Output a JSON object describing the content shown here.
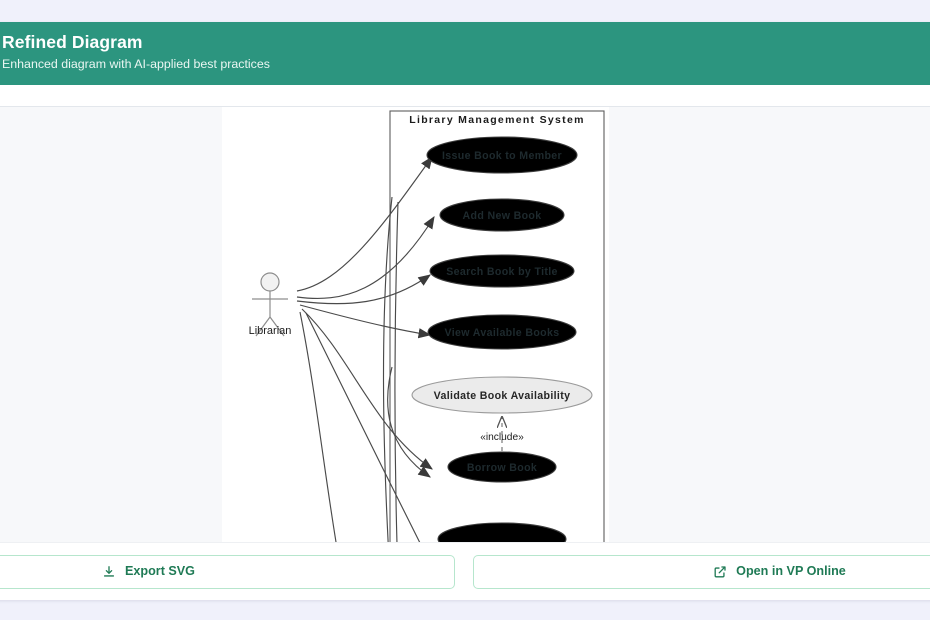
{
  "header": {
    "title": "Refined Diagram",
    "subtitle": "Enhanced diagram with AI-applied best practices",
    "background_color": "#2c957f",
    "title_color": "#ffffff"
  },
  "diagram": {
    "type": "uml-use-case-diagram",
    "system_boundary_label": "Library Management System",
    "actors": [
      {
        "name": "Librarian"
      }
    ],
    "use_cases": [
      {
        "label": "Issue Book to Member",
        "style": "primary",
        "fill": "#a9ced d"
      },
      {
        "label": "Add New Book",
        "style": "primary"
      },
      {
        "label": "Search Book by Title",
        "style": "primary"
      },
      {
        "label": "View Available Books",
        "style": "primary"
      },
      {
        "label": "Validate Book Availability",
        "style": "included"
      },
      {
        "label": "Borrow Book",
        "style": "primary"
      }
    ],
    "relationships": [
      {
        "from": "Librarian",
        "to": "Issue Book to Member",
        "type": "association"
      },
      {
        "from": "Librarian",
        "to": "Add New Book",
        "type": "association"
      },
      {
        "from": "Librarian",
        "to": "Search Book by Title",
        "type": "association"
      },
      {
        "from": "Librarian",
        "to": "View Available Books",
        "type": "association"
      },
      {
        "from": "Librarian",
        "to": "Borrow Book",
        "type": "association"
      },
      {
        "from": "Borrow Book",
        "to": "Validate Book Availability",
        "type": "include",
        "stereotype": "«include»"
      }
    ],
    "include_stereotype": "«include»",
    "colors": {
      "use_case_fill": "#a9ced d",
      "use_case_stroke": "#3c3c3c",
      "included_fill": "#ebebeb",
      "included_stroke": "#9a9a9a",
      "canvas": "#ffffff",
      "area": "#f7f8fa"
    }
  },
  "footer": {
    "export_label": "Export SVG",
    "export_icon": "download-icon",
    "open_label": "Open in VP Online",
    "open_icon": "external-link-icon",
    "accent_color": "#1f7a55",
    "border_color": "#b6e6cd"
  }
}
